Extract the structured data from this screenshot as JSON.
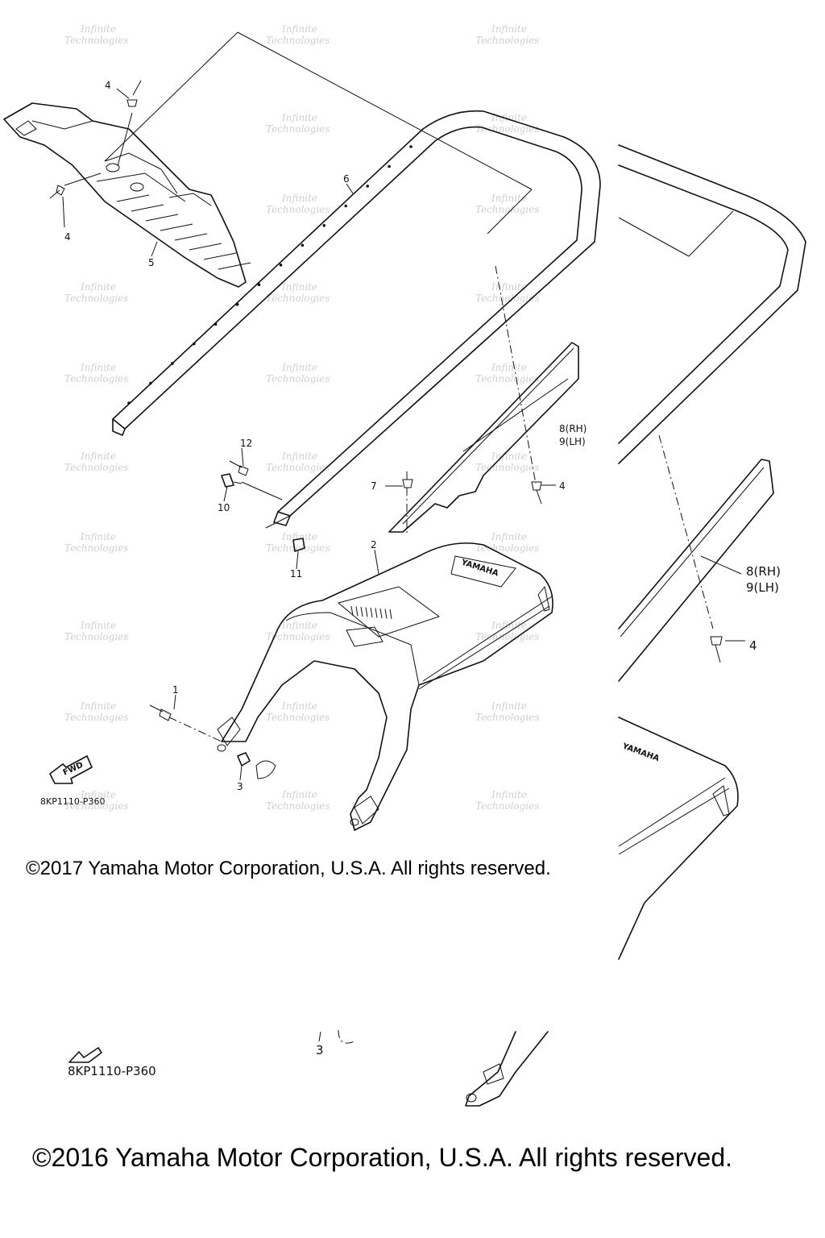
{
  "diagram": {
    "callouts": {
      "c1": "1",
      "c2": "2",
      "c3": "3",
      "c4a": "4",
      "c4b": "4",
      "c4c": "4",
      "c4d": "4",
      "c5": "5",
      "c6": "6",
      "c7": "7",
      "c8": "8(RH)",
      "c9": "9(LH)",
      "c8_zoom": "8(RH)",
      "c9_zoom": "9(LH)",
      "c10": "10",
      "c11": "11",
      "c12": "12",
      "c3_lower": "3"
    },
    "fwd_label": "FWD",
    "brand_mark": "YAMAHA",
    "reference_code_main": "8KP1110-P360",
    "reference_code_lower": "8KP1110-P360"
  },
  "watermark": {
    "line1": "Infinite",
    "line2": "Technologies"
  },
  "footer": {
    "copyright_2017": "©2017 Yamaha Motor Corporation, U.S.A. All rights reserved.",
    "copyright_2016": "©2016 Yamaha Motor Corporation, U.S.A. All rights reserved."
  }
}
